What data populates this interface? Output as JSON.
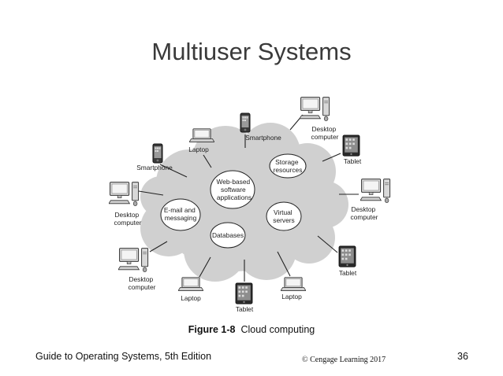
{
  "slide": {
    "title": "Multiuser Systems",
    "footer_left": "Guide to Operating Systems, 5th Edition",
    "footer_copyright": "© Cengage Learning  2017",
    "page_number": "36"
  },
  "figure": {
    "number": "Figure 1-8",
    "caption": "Cloud computing"
  },
  "cloud_services": [
    {
      "id": "web-apps",
      "lines": [
        "Web-based",
        "software",
        "applications"
      ]
    },
    {
      "id": "storage",
      "lines": [
        "Storage",
        "resources"
      ]
    },
    {
      "id": "email",
      "lines": [
        "E-mail and",
        "messaging"
      ]
    },
    {
      "id": "virtual-servers",
      "lines": [
        "Virtual",
        "servers"
      ]
    },
    {
      "id": "databases",
      "lines": [
        "Databases"
      ]
    }
  ],
  "devices": [
    {
      "id": "smartphone-top",
      "type": "smartphone-icon",
      "lines": [
        "Smartphone"
      ]
    },
    {
      "id": "desktop-top-right",
      "type": "desktop-computer-icon",
      "lines": [
        "Desktop",
        "computer"
      ]
    },
    {
      "id": "laptop-top-left",
      "type": "laptop-icon",
      "lines": [
        "Laptop"
      ]
    },
    {
      "id": "tablet-top-right",
      "type": "tablet-icon",
      "lines": [
        "Tablet"
      ]
    },
    {
      "id": "smartphone-left",
      "type": "smartphone-icon",
      "lines": [
        "Smartphone"
      ]
    },
    {
      "id": "desktop-left",
      "type": "desktop-computer-icon",
      "lines": [
        "Desktop",
        "computer"
      ]
    },
    {
      "id": "desktop-right",
      "type": "desktop-computer-icon",
      "lines": [
        "Desktop",
        "computer"
      ]
    },
    {
      "id": "desktop-bottom-left",
      "type": "desktop-computer-icon",
      "lines": [
        "Desktop",
        "computer"
      ]
    },
    {
      "id": "tablet-right",
      "type": "tablet-icon",
      "lines": [
        "Tablet"
      ]
    },
    {
      "id": "laptop-bottom-left",
      "type": "laptop-icon",
      "lines": [
        "Laptop"
      ]
    },
    {
      "id": "tablet-bottom",
      "type": "tablet-icon",
      "lines": [
        "Tablet"
      ]
    },
    {
      "id": "laptop-bottom-right",
      "type": "laptop-icon",
      "lines": [
        "Laptop"
      ]
    }
  ]
}
